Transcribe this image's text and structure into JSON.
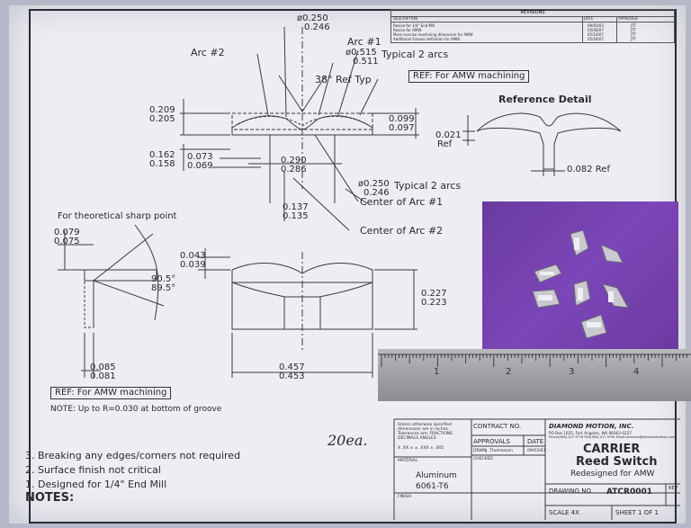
{
  "revisions": {
    "title": "REVISIONS",
    "col_description": "DESCRIPTION",
    "col_date": "DATE",
    "col_approved": "APPROVED",
    "rows": [
      {
        "desc": "Revise for 1/4\" End Mill",
        "date": "09/03/03",
        "appr": "JTT"
      },
      {
        "desc": "Revise for AMW",
        "date": "05/04/07",
        "appr": "JTT"
      },
      {
        "desc": "More concise machining dimension for AMW",
        "date": "05/16/07",
        "appr": "JTT"
      },
      {
        "desc": "Additional Groove definition for AMW",
        "date": "05/04/07",
        "appr": "JTT"
      }
    ]
  },
  "labels": {
    "arc2": "Arc #2",
    "arc1": "Arc #1",
    "typical_2_arcs_top": "Typical 2 arcs",
    "ref_typ": "38° Ref Typ",
    "ref_amw_top": "REF: For AMW machining",
    "reference_detail": "Reference Detail",
    "ref_0021": "0.021",
    "ref_word": "Ref",
    "ref_0082": "0.082 Ref",
    "typical_2_arcs_mid": "Typical 2 arcs",
    "center_arc1": "Center of Arc #1",
    "center_arc2": "Center of Arc #2",
    "theoretical": "For theoretical sharp point",
    "ref_amw_bottom": "REF: For AMW machining",
    "note": "NOTE: Up to R=0.030 at bottom of groove",
    "handwriting": "20ea."
  },
  "dims": {
    "d0250_top": "ø0.250",
    "d0246_top": "0.246",
    "d0515": "ø0.515",
    "d0511": "0.511",
    "d0209": "0.209",
    "d0205": "0.205",
    "d0099": "0.099",
    "d0097": "0.097",
    "d0162": "0.162",
    "d0158": "0.158",
    "d0073": "0.073",
    "d0069": "0.069",
    "d0290": "0.290",
    "d0286": "0.286",
    "d0250_mid": "ø0.250",
    "d0246_mid": "0.246",
    "d0137": "0.137",
    "d0135": "0.135",
    "d0079": "0.079",
    "d0075": "0.075",
    "d0043": "0.043",
    "d0039": "0.039",
    "d905": "90.5°",
    "d895": "89.5°",
    "d0227": "0.227",
    "d0223": "0.223",
    "d0085": "0.085",
    "d0081": "0.081",
    "d0457": "0.457",
    "d0453": "0.453"
  },
  "notes": {
    "n3": "3. Breaking any edges/corners not required",
    "n2": "2. Surface finish not critical",
    "n1": "1. Designed for 1/4\" End Mill",
    "heading": "NOTES:"
  },
  "title_block": {
    "tolerances": "Unless otherwise specified dimensions are in inches. Tolerances are: FRACTIONS DECIMALS ANGLES",
    "tol_values": "X  .XX ±  ±  .XXX ± .005",
    "contract_no": "CONTRACT NO.",
    "approvals": "APPROVALS",
    "date": "DATE",
    "drawn_label": "DRWN",
    "drawn_name": "J. Thomasson",
    "drawn_date": "09/03/03",
    "checked": "CHECKED",
    "material_label": "MATERIAL",
    "material": "Aluminum",
    "material_grade": "6061-T6",
    "finish": "FINISH",
    "company": "DIAMOND MOTION, INC.",
    "address1": "PO Box 1025, Fort Angeles, WA 98362-0227",
    "address2": "Phone(360)-417-9778 FAX(360)-417-9794 Email:techhelp@diamondmotion.com",
    "part_line1": "CARRIER",
    "part_line2": "Reed Switch",
    "part_sub": "Redesigned for AMW",
    "drawing_no_label": "DRAWING NO.",
    "drawing_no": "ATCR0001",
    "rev": "REV",
    "scale": "SCALE  4X",
    "sheet": "SHEET 1  OF 1"
  },
  "ruler": {
    "ticks": [
      "1",
      "2",
      "3",
      "4"
    ]
  }
}
